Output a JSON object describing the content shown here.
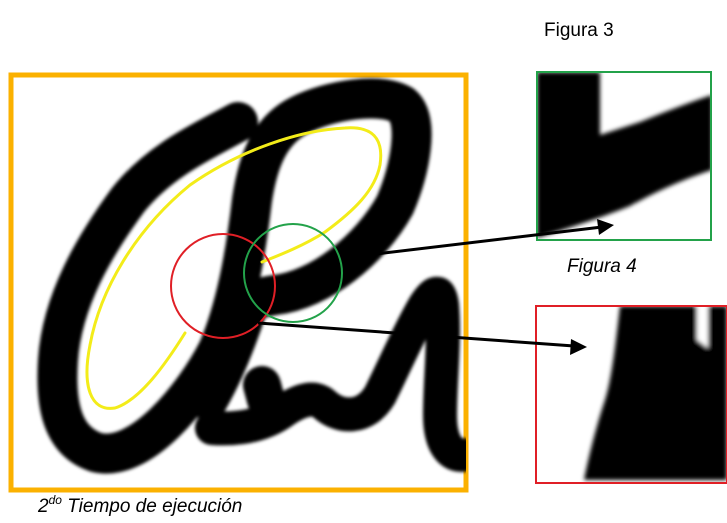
{
  "labels": {
    "figura_3": "Figura 3",
    "figura_4": "Figura 4",
    "caption_ordinal": "2",
    "caption_ordinal_suffix": "do",
    "caption_text": "Tiempo de ejecución"
  },
  "colors": {
    "main_frame": "#fbb100",
    "green_frame": "#23a24a",
    "red_frame": "#e01f26",
    "yellow_trace": "#f3ec19",
    "ink": "#000000"
  }
}
